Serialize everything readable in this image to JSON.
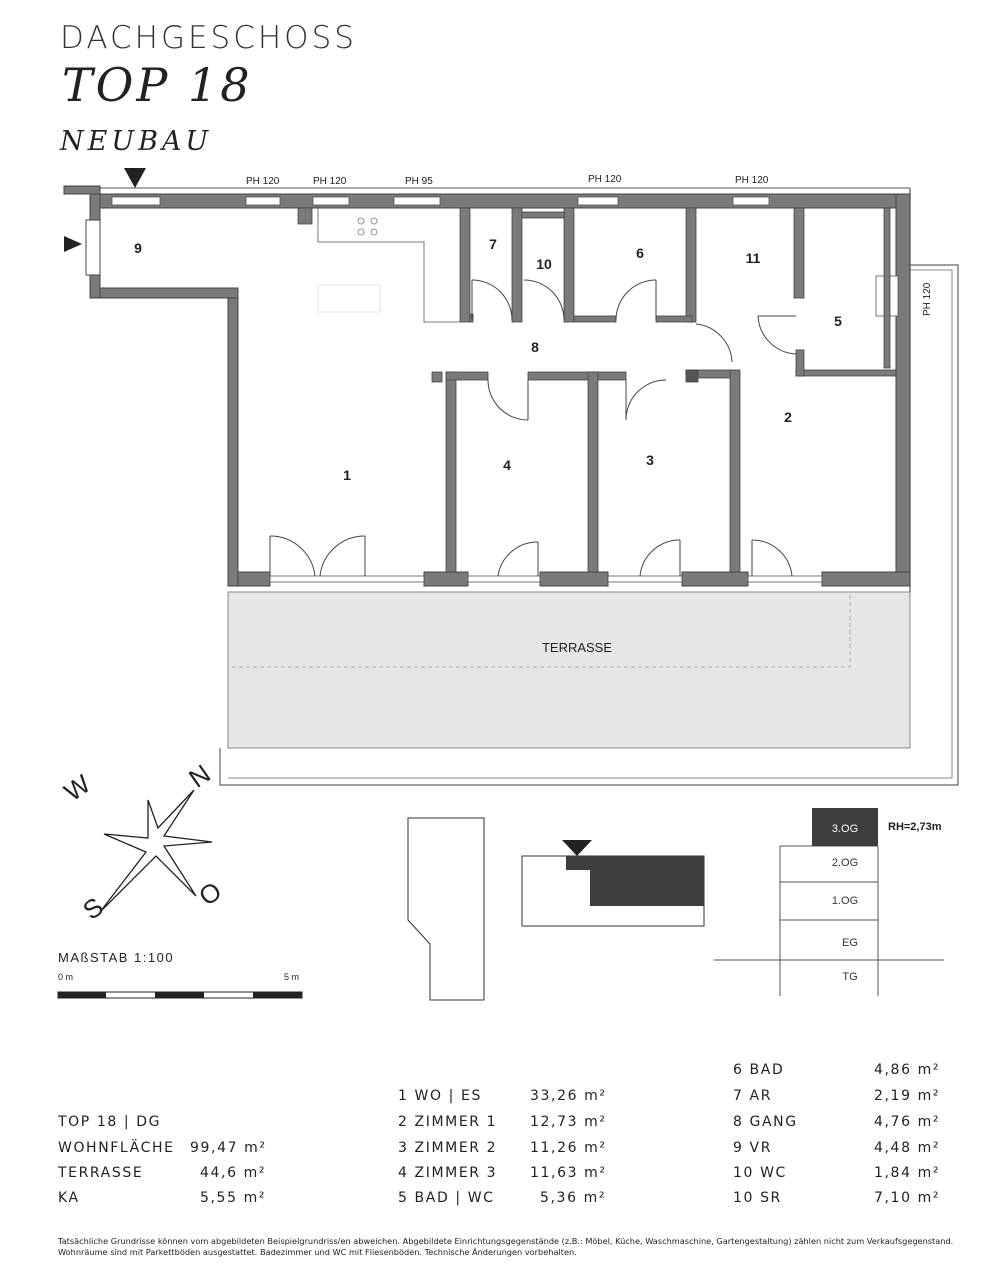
{
  "header": {
    "floor": "DACHGESCHOSS",
    "unit": "TOP 18",
    "building": "NEUBAU"
  },
  "plan": {
    "rooms": [
      {
        "id": "1",
        "label": "1"
      },
      {
        "id": "2",
        "label": "2"
      },
      {
        "id": "3",
        "label": "3"
      },
      {
        "id": "4",
        "label": "4"
      },
      {
        "id": "5",
        "label": "5"
      },
      {
        "id": "6",
        "label": "6"
      },
      {
        "id": "7",
        "label": "7"
      },
      {
        "id": "8",
        "label": "8"
      },
      {
        "id": "9",
        "label": "9"
      },
      {
        "id": "10",
        "label": "10"
      },
      {
        "id": "11",
        "label": "11"
      }
    ],
    "terrace_label": "TERRASSE",
    "window_labels": [
      "PH 120",
      "PH 120",
      "PH 95",
      "PH 120",
      "PH 120",
      "PH 120"
    ]
  },
  "compass": {
    "w": "W",
    "n": "N",
    "o": "O",
    "s": "S"
  },
  "scale": {
    "title": "MAßSTAB 1:100",
    "start": "0 m",
    "end": "5 m"
  },
  "levels": {
    "items": [
      "3.OG",
      "2.OG",
      "1.OG",
      "EG",
      "TG"
    ],
    "active": "3.OG",
    "room_height": "RH=2,73m"
  },
  "summary": {
    "unit": "TOP 18 | DG",
    "rows": [
      {
        "label": "WOHNFLÄCHE",
        "value": "99,47 m²"
      },
      {
        "label": "TERRASSE",
        "value": "44,6 m²"
      },
      {
        "label": "KA",
        "value": "5,55 m²"
      }
    ]
  },
  "areas_col1": [
    {
      "label": "1 WO | ES",
      "value": "33,26 m²"
    },
    {
      "label": "2 ZIMMER 1",
      "value": "12,73 m²"
    },
    {
      "label": "3 ZIMMER 2",
      "value": "11,26 m²"
    },
    {
      "label": "4 ZIMMER 3",
      "value": "11,63 m²"
    },
    {
      "label": "5 BAD | WC",
      "value": "5,36 m²"
    }
  ],
  "areas_col2": [
    {
      "label": "6 BAD",
      "value": "4,86 m²"
    },
    {
      "label": "7 AR",
      "value": "2,19 m²"
    },
    {
      "label": "8 GANG",
      "value": "4,76 m²"
    },
    {
      "label": "9 VR",
      "value": "4,48 m²"
    },
    {
      "label": "10 WC",
      "value": "1,84 m²"
    },
    {
      "label": "10 SR",
      "value": "7,10 m²"
    }
  ],
  "disclaimer": "Tatsächliche Grundrisse können vom abgebildeten Beispielgrundriss/en abweichen. Abgebildete Einrichtungsgegenstände (z.B.: Möbel, Küche, Waschmaschine, Gartengestaltung) zählen nicht zum Verkaufsgegenstand. Wohnräume sind mit Parkettböden ausgestattet. Badezimmer und WC mit Fliesenböden. Technische Änderungen vorbehalten.",
  "colors": {
    "wall": "#7a7a7a",
    "wall_dark": "#444444",
    "terrace": "#e6e6e6",
    "building": "#3d3d3d"
  }
}
